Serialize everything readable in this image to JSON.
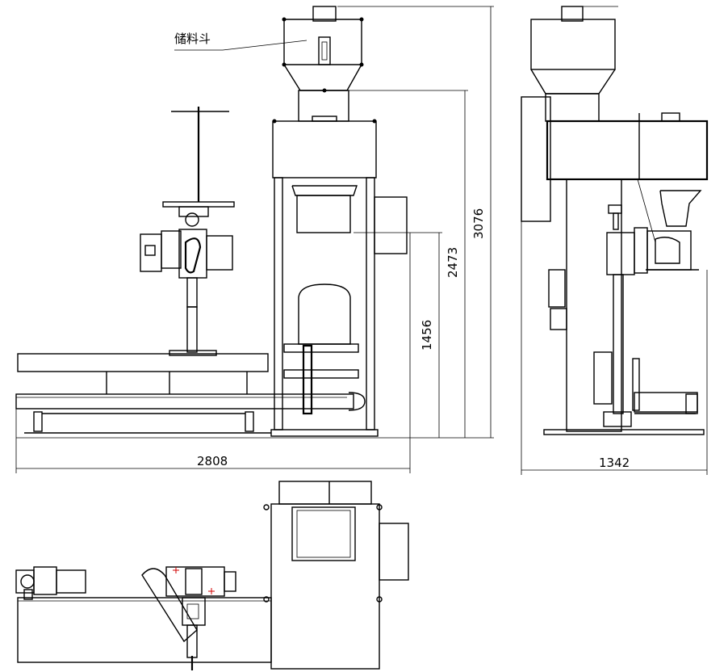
{
  "labels": {
    "hopper": "储料斗"
  },
  "dimensions": {
    "front_width": "2808",
    "front_total_height": "3076",
    "front_mid_height": "2473",
    "front_low_height": "1456",
    "side_width": "1342"
  }
}
